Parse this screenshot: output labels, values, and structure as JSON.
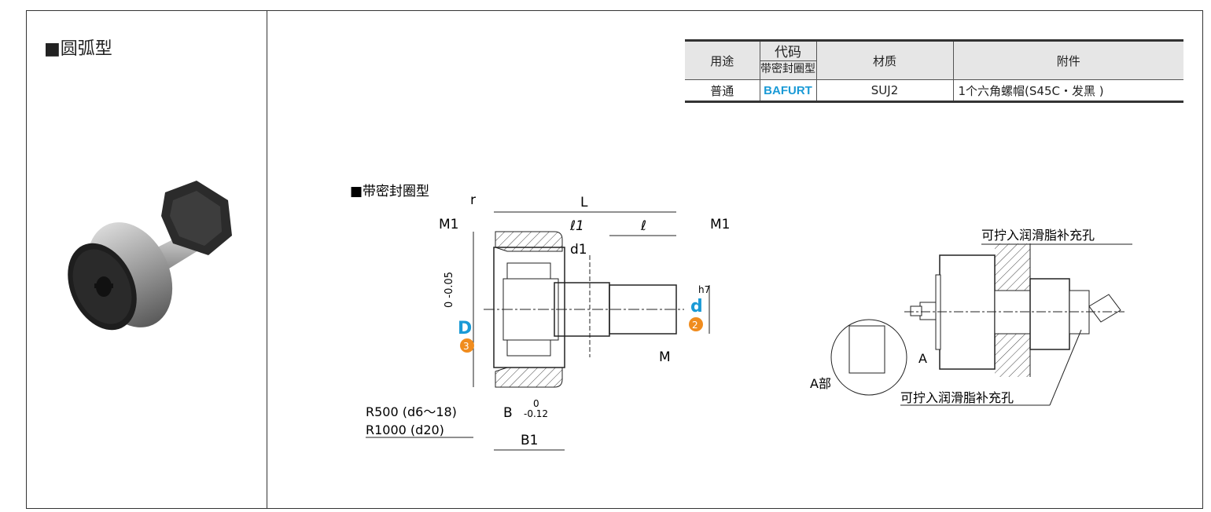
{
  "left_panel": {
    "title": "■圆弧型"
  },
  "table": {
    "headers": {
      "usage": "用途",
      "code": "代码",
      "code_sub": "带密封圈型",
      "material": "材质",
      "accessory": "附件"
    },
    "row": {
      "usage": "普通",
      "code": "BAFURT",
      "material": "SUJ2",
      "accessory": "1个六角螺帽(S45C・发黑 )"
    }
  },
  "drawing": {
    "title": "■带密封圈型",
    "labels": {
      "r": "r",
      "L": "L",
      "M1_left": "M1",
      "M1_right": "M1",
      "l1": "ℓ1",
      "l": "ℓ",
      "d1": "d1",
      "D_tol": "0 -0.05",
      "D": "D",
      "D_num": "3",
      "d": "d",
      "d_num": "2",
      "h7": "h7",
      "M": "M",
      "R500": "R500 (d6～18)",
      "R1000": "R1000 (d20)",
      "B": "B",
      "B_tol_top": "0",
      "B_tol_bot": "-0.12",
      "B1": "B1"
    }
  },
  "detail": {
    "label_top": "可拧入润滑脂补充孔",
    "label_bottom": "可拧入润滑脂补充孔",
    "A": "A",
    "A_part": "A部"
  },
  "colors": {
    "accent_blue": "#1a9ad6",
    "accent_orange": "#f08c1e"
  }
}
